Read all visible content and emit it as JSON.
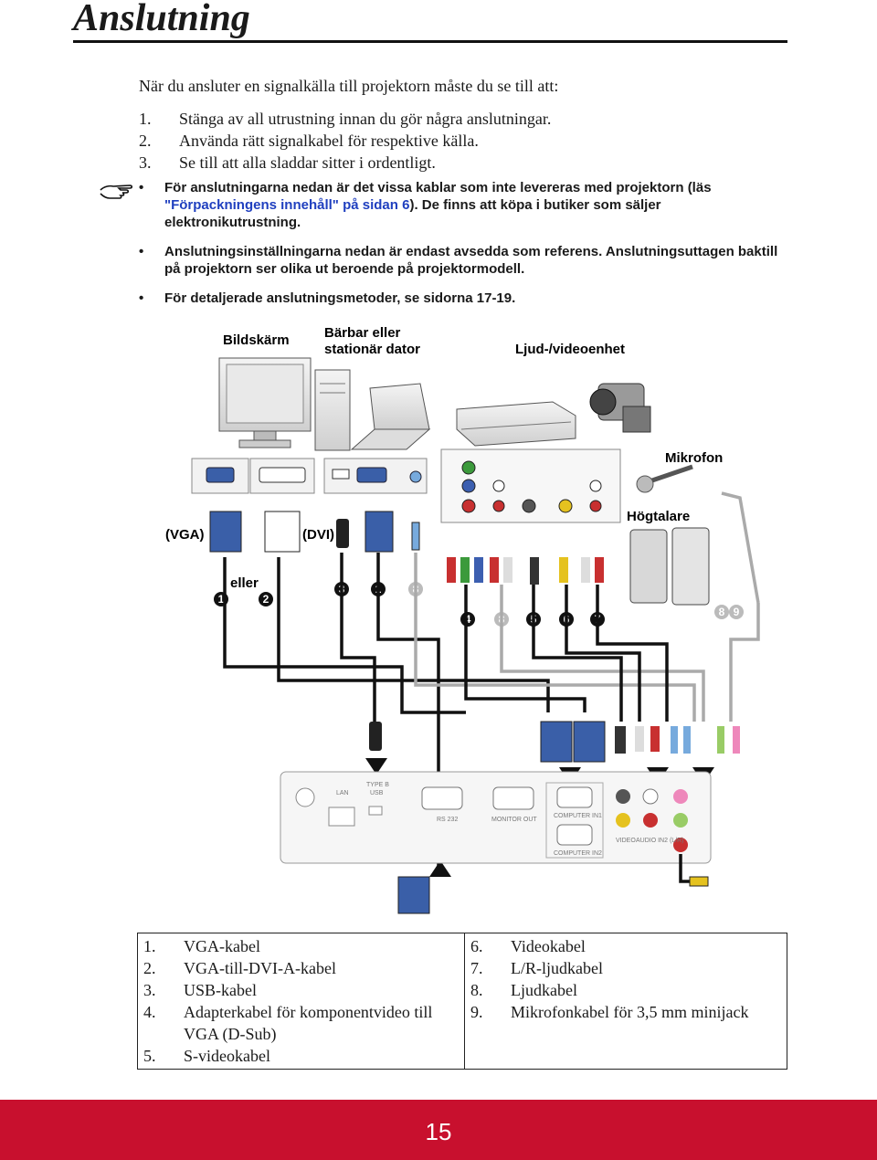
{
  "header": {
    "title": "Anslutning"
  },
  "intro": "När du ansluter en signalkälla till projektorn måste du se till att:",
  "steps": [
    {
      "num": "1.",
      "text": "Stänga av all utrustning innan du gör några anslutningar."
    },
    {
      "num": "2.",
      "text": "Använda rätt signalkabel för respektive källa."
    },
    {
      "num": "3.",
      "text": "Se till att alla sladdar sitter i ordentligt."
    }
  ],
  "notes": {
    "n1_a": "För anslutningarna nedan är det vissa kablar som inte levereras med projektorn (läs ",
    "n1_link": "\"Förpackningens innehåll\" på sidan 6",
    "n1_b": "). De finns att köpa i butiker som säljer elektronikutrustning.",
    "n2": "Anslutningsinställningarna nedan är endast avsedda som referens. Anslutningsuttagen baktill på projektorn ser olika ut beroende på projektormodell.",
    "n3": "För detaljerade anslutningsmetoder, se sidorna 17-19.",
    "bullet": "•"
  },
  "diagram": {
    "monitor_label": "Bildskärm",
    "computer_label_1": "Bärbar eller",
    "computer_label_2": "stationär dator",
    "av_label": "Ljud-/videoenhet",
    "mic_label": "Mikrofon",
    "speaker_label": "Högtalare",
    "vga_label": "(VGA)",
    "dvi_label": "(DVI)",
    "or_label": "eller",
    "port_lan": "LAN",
    "port_usb_1": "TYPE B",
    "port_usb_2": "USB",
    "port_rs232": "RS 232",
    "port_monitor_out": "MONITOR OUT",
    "port_comp_in1": "COMPUTER IN1",
    "port_comp_in2": "COMPUTER IN2",
    "port_video": "VIDEO",
    "port_audio_in2": "AUDIO IN2 (L/R)"
  },
  "legend": {
    "left": [
      {
        "num": "1.",
        "text": "VGA-kabel"
      },
      {
        "num": "2.",
        "text": "VGA-till-DVI-A-kabel"
      },
      {
        "num": "3.",
        "text": "USB-kabel"
      },
      {
        "num": "4.",
        "text": "Adapterkabel för komponentvideo till VGA (D-Sub)"
      },
      {
        "num": "5.",
        "text": "S-videokabel"
      }
    ],
    "right": [
      {
        "num": "6.",
        "text": "Videokabel"
      },
      {
        "num": "7.",
        "text": "L/R-ljudkabel"
      },
      {
        "num": "8.",
        "text": "Ljudkabel"
      },
      {
        "num": "9.",
        "text": "Mikrofonkabel för 3,5 mm minijack"
      }
    ]
  },
  "footer": {
    "page_number": "15",
    "color": "#c8102e"
  }
}
